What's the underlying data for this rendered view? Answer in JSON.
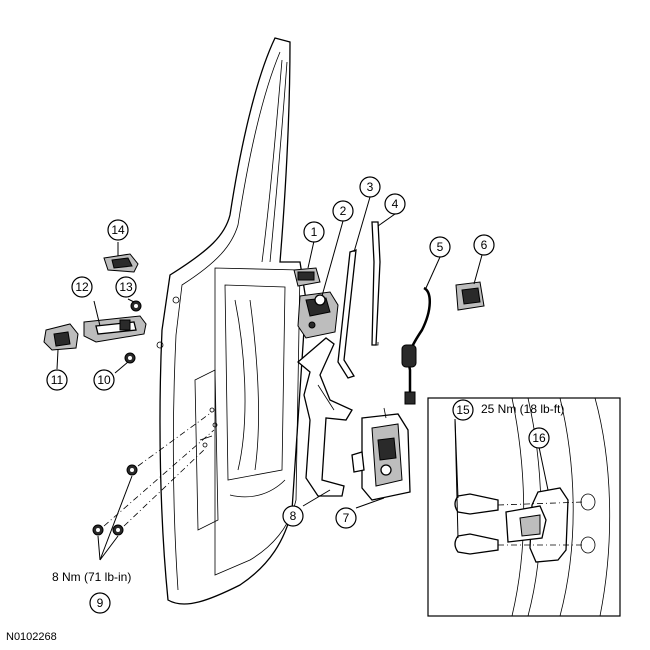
{
  "figure_id": "N0102268",
  "callouts": [
    {
      "id": "1",
      "label": "1"
    },
    {
      "id": "2",
      "label": "2"
    },
    {
      "id": "3",
      "label": "3"
    },
    {
      "id": "4",
      "label": "4"
    },
    {
      "id": "5",
      "label": "5"
    },
    {
      "id": "6",
      "label": "6"
    },
    {
      "id": "7",
      "label": "7"
    },
    {
      "id": "8",
      "label": "8"
    },
    {
      "id": "9",
      "label": "9"
    },
    {
      "id": "10",
      "label": "10"
    },
    {
      "id": "11",
      "label": "11"
    },
    {
      "id": "12",
      "label": "12"
    },
    {
      "id": "13",
      "label": "13"
    },
    {
      "id": "14",
      "label": "14"
    },
    {
      "id": "15",
      "label": "15"
    },
    {
      "id": "16",
      "label": "16"
    }
  ],
  "torque_specs": {
    "nuts_9": "8 Nm (71 lb-in)",
    "inset_15": "25 Nm (18 lb-ft)"
  }
}
